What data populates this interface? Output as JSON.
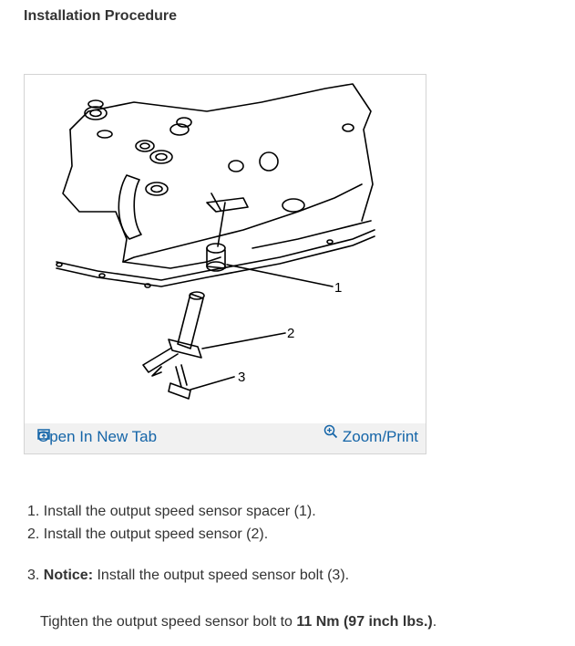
{
  "title": "Installation Procedure",
  "figure": {
    "callouts": [
      "1",
      "2",
      "3"
    ],
    "open_tab_label": "Open In New Tab",
    "zoom_label": "Zoom/Print"
  },
  "steps": [
    {
      "num": "1.",
      "text": "Install the output speed sensor spacer (1)."
    },
    {
      "num": "2.",
      "text": "Install the output speed sensor (2)."
    }
  ],
  "step3": {
    "num": "3.",
    "notice": "Notice:",
    "text": " Install the output speed sensor bolt (3)."
  },
  "torque": {
    "prefix": "Tighten the output speed sensor bolt to ",
    "value": "11 Nm (97 inch lbs.)",
    "suffix": "."
  }
}
